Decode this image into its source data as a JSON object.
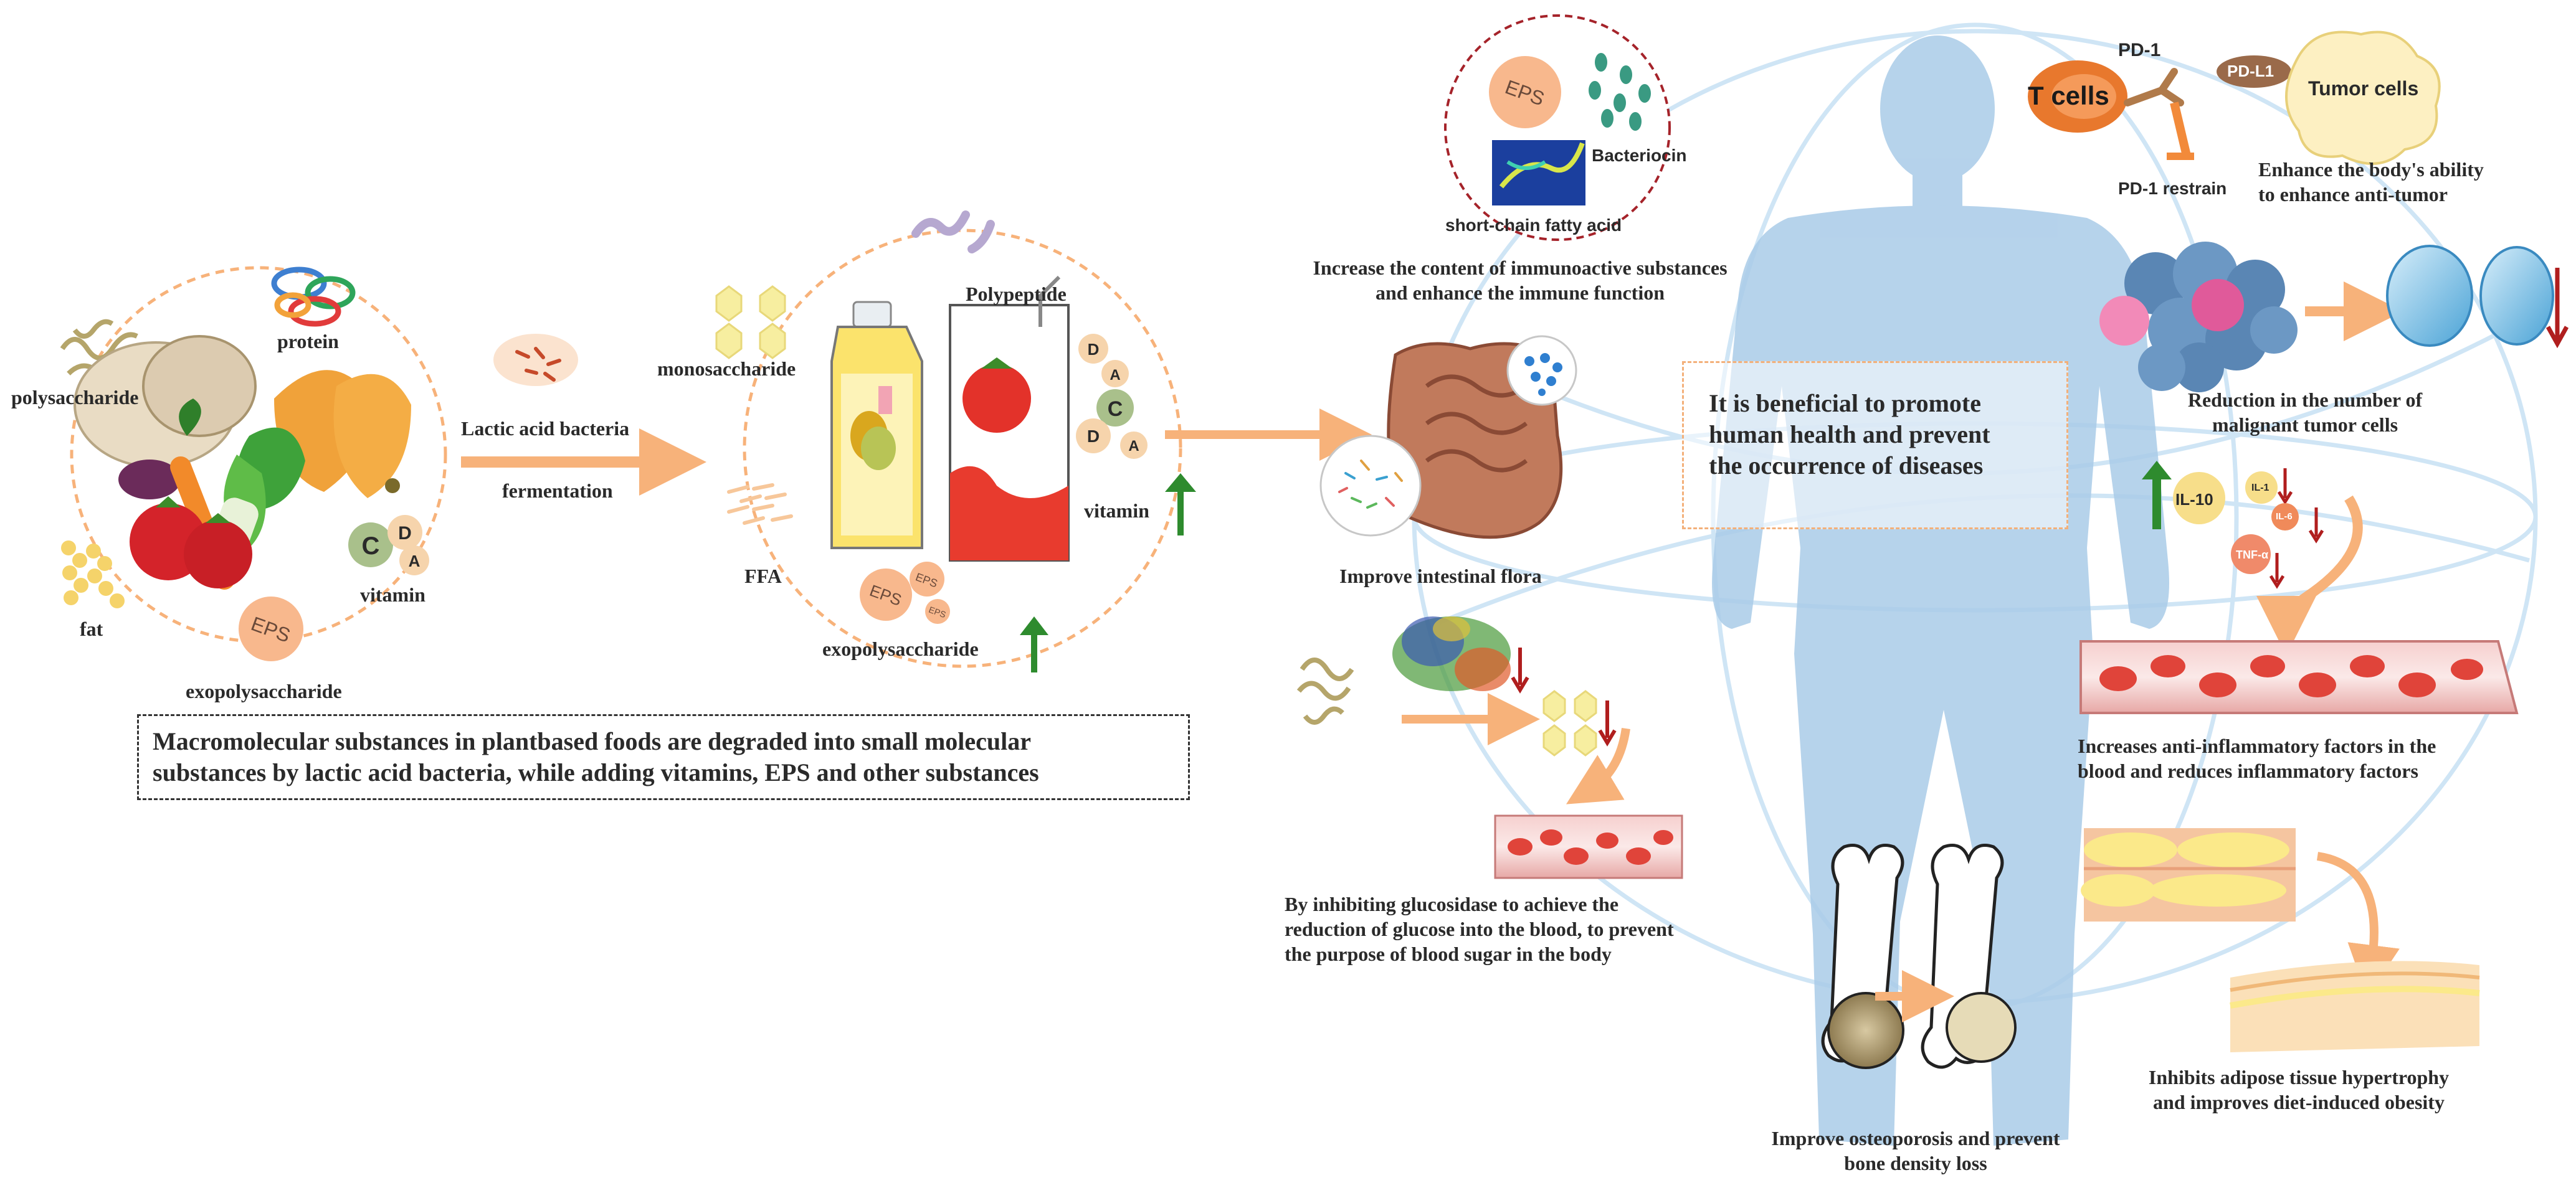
{
  "left": {
    "polysaccharide": "polysaccharide",
    "protein": "protein",
    "fat": "fat",
    "vitamin": "vitamin",
    "exopolysaccharide": "exopolysaccharide",
    "eps_badge": "EPS",
    "vitamin_letters": [
      "C",
      "D",
      "A"
    ],
    "lactic_acid_bacteria": "Lactic acid bacteria",
    "fermentation": "fermentation",
    "summary_line1": "Macromolecular substances in plantbased foods are degraded into small molecular",
    "summary_line2": "substances by lactic acid bacteria, while adding vitamins, EPS and other substances"
  },
  "middle": {
    "polypeptide": "Polypeptide",
    "monosaccharide": "monosaccharide",
    "ffa": "FFA",
    "vitamin": "vitamin",
    "exopolysaccharide": "exopolysaccharide",
    "eps_badges": [
      "EPS",
      "EPS",
      "EPS"
    ],
    "vitamin_letters": [
      "D",
      "A",
      "C",
      "D",
      "A"
    ]
  },
  "immune": {
    "eps_badge": "EPS",
    "bacteriocin": "Bacteriocin",
    "scfa": "short-chain fatty acid",
    "caption_line1": "Increase the content of immunoactive substances",
    "caption_line2": "and enhance the immune function"
  },
  "gut": {
    "caption": "Improve intestinal flora"
  },
  "center": {
    "line1": "It is beneficial to promote",
    "line2": "human health and prevent",
    "line3": "the occurrence of diseases"
  },
  "tumor": {
    "t_cells": "T cells",
    "pd1": "PD-1",
    "pdl1": "PD-L1",
    "tumor_cells": "Tumor cells",
    "pd1_restrain": "PD-1 restrain",
    "caption_line1": "Enhance the body's ability",
    "caption_line2": "to enhance anti-tumor"
  },
  "malignant": {
    "caption_line1": "Reduction in the number of",
    "caption_line2": "malignant tumor cells"
  },
  "inflammation": {
    "il10": "IL-10",
    "il1": "IL-1",
    "il6": "IL-6",
    "tnf": "TNF-α",
    "caption_line1": "Increases anti-inflammatory factors in the",
    "caption_line2": "blood and reduces inflammatory factors"
  },
  "glucose": {
    "caption_line1": "By inhibiting glucosidase to achieve the",
    "caption_line2": "reduction of glucose into the blood, to prevent",
    "caption_line3": "the purpose of blood sugar in the body"
  },
  "bone": {
    "caption_line1": "Improve osteoporosis and prevent",
    "caption_line2": "bone density loss"
  },
  "adipose": {
    "caption_line1": "Inhibits adipose tissue hypertrophy",
    "caption_line2": "and improves diet-induced obesity"
  },
  "colors": {
    "arrow_orange": "#f7b27a",
    "up_green": "#2e8b2e",
    "down_red": "#b01e1e",
    "body_blue": "#a9cbe8",
    "eps_peach": "#f8b88d",
    "vitamin_green": "#a9c08b",
    "vitamin_peach": "#f6d4ac",
    "tcell_orange": "#e8782d",
    "blood_red": "#e8483c"
  }
}
